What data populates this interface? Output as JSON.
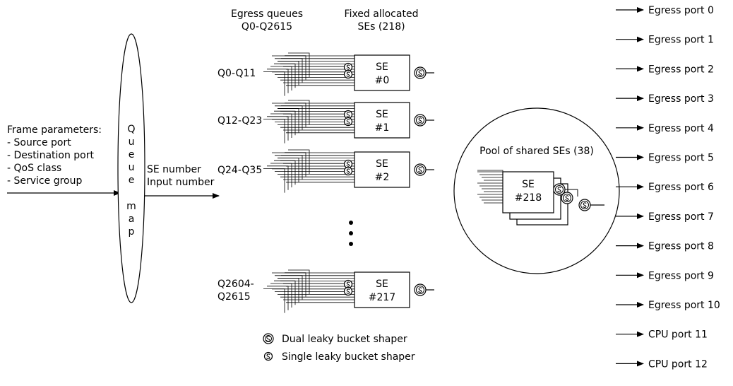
{
  "frame_params": {
    "title": "Frame parameters:",
    "items": [
      "- Source port",
      "- Destination port",
      "- QoS class",
      "- Service group"
    ]
  },
  "queue_map": {
    "letters": [
      "Q",
      "u",
      "e",
      "u",
      "e",
      "",
      "m",
      "a",
      "p"
    ]
  },
  "se_output": {
    "line1": "SE number",
    "line2": "Input number"
  },
  "headers": {
    "egress_queues_1": "Egress queues",
    "egress_queues_2": "Q0-Q2615",
    "fixed_ses_1": "Fixed allocated",
    "fixed_ses_2": "SEs (218)"
  },
  "se_blocks": [
    {
      "queue_label": [
        "Q0-Q11"
      ],
      "se_label": "SE",
      "se_num": "#0"
    },
    {
      "queue_label": [
        "Q12-Q23"
      ],
      "se_label": "SE",
      "se_num": "#1"
    },
    {
      "queue_label": [
        "Q24-Q35"
      ],
      "se_label": "SE",
      "se_num": "#2"
    },
    {
      "queue_label": [
        "Q2604-",
        "Q2615"
      ],
      "se_label": "SE",
      "se_num": "#217"
    }
  ],
  "pool": {
    "title": "Pool of shared SEs (38)",
    "se_label": "SE",
    "se_num": "#218"
  },
  "legend": {
    "dual": "Dual leaky bucket shaper",
    "single": "Single leaky bucket shaper"
  },
  "ports": [
    "Egress port 0",
    "Egress port 1",
    "Egress port 2",
    "Egress port 3",
    "Egress port 4",
    "Egress port 5",
    "Egress port 6",
    "Egress port 7",
    "Egress port 8",
    "Egress port 9",
    "Egress port 10",
    "CPU port 11",
    "CPU port 12"
  ]
}
